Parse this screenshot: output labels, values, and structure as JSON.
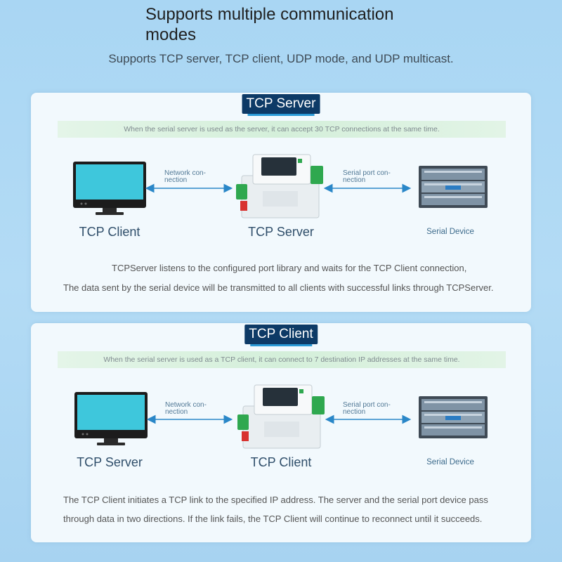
{
  "header": {
    "title": "Supports multiple communication modes",
    "subtitle": "Supports TCP server, TCP client, UDP mode, and UDP multicast."
  },
  "panels": [
    {
      "badge": "TCP Server",
      "banner": "When the serial server is used as the server, it can accept 30 TCP connections at the same time.",
      "left_label": "TCP Client",
      "center_label": "TCP Server",
      "right_label": "Serial Device",
      "conn_left": "Network con- nection",
      "conn_right": "Serial port con- nection",
      "desc_line1": "TCPServer listens to the configured port library and waits for the TCP Client connection,",
      "desc_line2": "The data sent by the serial device will be transmitted to all clients with successful links through TCPServer."
    },
    {
      "badge": "TCP Client",
      "banner": "When the serial server is used as a TCP client, it can connect to 7 destination IP addresses at the same time.",
      "left_label": "TCP Server",
      "center_label": "TCP Client",
      "right_label": "Serial Device",
      "conn_left": "Network con- nection",
      "conn_right": "Serial port con- nection",
      "desc_line1": "The TCP Client initiates a TCP link to the specified IP address. The server and the serial port device pass",
      "desc_line2": "through data in two directions. If the link fails, the TCP Client will continue to reconnect until it succeeds."
    }
  ],
  "colors": {
    "badge_bg": "#0d3a66",
    "arrow": "#2a87c8",
    "monitor_screen": "#3ec7dc",
    "device_green": "#2fa84f"
  }
}
